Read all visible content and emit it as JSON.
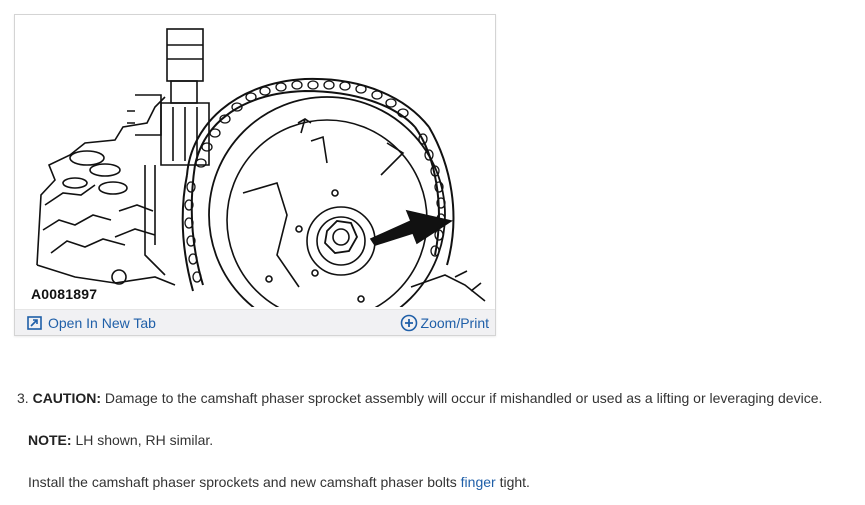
{
  "figure": {
    "image_id": "A0081897",
    "open_tab_label": "Open In New Tab",
    "zoom_label": "Zoom/Print",
    "icons": {
      "open_tab": "open-in-new-tab-icon",
      "zoom": "zoom-plus-icon"
    },
    "accent_color": "#1f5fa8"
  },
  "step": {
    "number": "3.",
    "caution_label": "CAUTION:",
    "caution_text": " Damage to the camshaft phaser sprocket assembly will occur if mishandled or used as a lifting or leveraging device.",
    "note_label": "NOTE:",
    "note_text": " LH shown, RH similar.",
    "install_before": "Install the camshaft phaser sprockets and new camshaft phaser bolts ",
    "install_link": "finger",
    "install_after": " tight."
  }
}
